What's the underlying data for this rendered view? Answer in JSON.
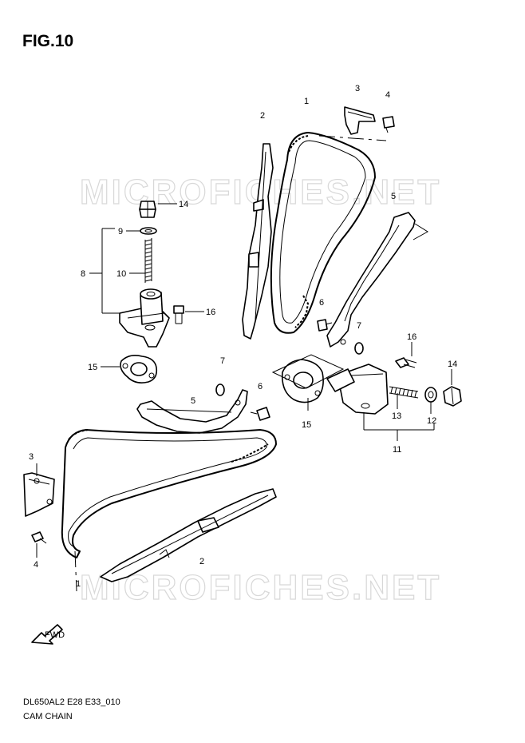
{
  "figure": {
    "title": "FIG.10"
  },
  "watermark": {
    "text": "MICROFICHES.NET"
  },
  "footer": {
    "code": "DL650AL2 E28 E33_010",
    "name": "CAM CHAIN"
  },
  "fwd_badge": {
    "text": "FWD"
  },
  "callouts": {
    "n1a": "1",
    "n1b": "1",
    "n2a": "2",
    "n2b": "2",
    "n3a": "3",
    "n3b": "3",
    "n4a": "4",
    "n4b": "4",
    "n5a": "5",
    "n5b": "5",
    "n6a": "6",
    "n6b": "6",
    "n7a": "7",
    "n7b": "7",
    "n8": "8",
    "n9": "9",
    "n10": "10",
    "n11": "11",
    "n12": "12",
    "n13": "13",
    "n14a": "14",
    "n14b": "14",
    "n15a": "15",
    "n15b": "15",
    "n16a": "16",
    "n16b": "16"
  }
}
